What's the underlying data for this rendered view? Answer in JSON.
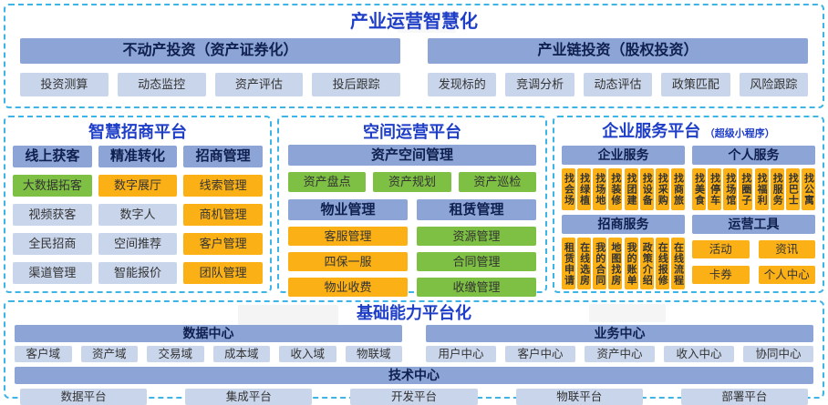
{
  "colors": {
    "dashed_border": "#3CB4E5",
    "title_blue": "#1E3EC8",
    "header_bar_blue": "#8CA5D6",
    "light_chip": "#C9D5EA",
    "orange_chip": "#FBB116",
    "green_chip": "#7EC043"
  },
  "top": {
    "title": "产业运营智慧化",
    "groups": [
      {
        "header": "不动产投资（资产证券化）",
        "items": [
          "投资测算",
          "动态监控",
          "资产评估",
          "投后跟踪"
        ]
      },
      {
        "header": "产业链投资（股权投资）",
        "items": [
          "发现标的",
          "竞调分析",
          "动态评估",
          "政策匹配",
          "风险跟踪"
        ]
      }
    ]
  },
  "panels": {
    "zhaoshang": {
      "title": "智慧招商平台",
      "columns": [
        {
          "header": "线上获客",
          "items": [
            {
              "label": "大数据拓客",
              "color": "green"
            },
            {
              "label": "视频获客",
              "color": "light"
            },
            {
              "label": "全民招商",
              "color": "light"
            },
            {
              "label": "渠道管理",
              "color": "light"
            }
          ]
        },
        {
          "header": "精准转化",
          "items": [
            {
              "label": "数字展厅",
              "color": "orange"
            },
            {
              "label": "数字人",
              "color": "light"
            },
            {
              "label": "空间推荐",
              "color": "light"
            },
            {
              "label": "智能报价",
              "color": "light"
            }
          ]
        },
        {
          "header": "招商管理",
          "items": [
            {
              "label": "线索管理",
              "color": "orange"
            },
            {
              "label": "商机管理",
              "color": "orange"
            },
            {
              "label": "客户管理",
              "color": "orange"
            },
            {
              "label": "团队管理",
              "color": "orange"
            }
          ]
        }
      ]
    },
    "kongjian": {
      "title": "空间运营平台",
      "asset_header": "资产空间管理",
      "asset_items": [
        "资产盘点",
        "资产规划",
        "资产巡检"
      ],
      "sub": [
        {
          "header": "物业管理",
          "color": "orange",
          "items": [
            "客服管理",
            "四保一服",
            "物业收费"
          ]
        },
        {
          "header": "租赁管理",
          "color": "green",
          "items": [
            "资源管理",
            "合同管理",
            "收缴管理"
          ]
        }
      ]
    },
    "qiye": {
      "title": "企业服务平台",
      "title_suffix": "（超级小程序）",
      "sections": [
        {
          "header": "企业服务",
          "vertical_items": [
            "找会场",
            "找绿植",
            "找场地",
            "找装修",
            "找团建",
            "找设备",
            "找采购",
            "找商旅"
          ]
        },
        {
          "header": "个人服务",
          "vertical_items": [
            "找美食",
            "找停车",
            "找场馆",
            "找圈子",
            "找福利",
            "找服务",
            "找巴士",
            "找公寓"
          ]
        },
        {
          "header": "招商服务",
          "vertical_items": [
            "租赁申请",
            "在线选房",
            "我的合同",
            "地图找房",
            "我的账单",
            "政策介绍",
            "在线报修",
            "在线流程"
          ]
        },
        {
          "header": "运营工具",
          "items": [
            "活动",
            "资讯",
            "卡券",
            "个人中心"
          ]
        }
      ]
    }
  },
  "bottom": {
    "title": "基础能力平台化",
    "centers": [
      {
        "header": "数据中心",
        "items": [
          "客户域",
          "资产域",
          "交易域",
          "成本域",
          "收入域",
          "物联域"
        ]
      },
      {
        "header": "业务中心",
        "items": [
          "用户中心",
          "客户中心",
          "资产中心",
          "收入中心",
          "协同中心"
        ]
      }
    ],
    "tech": {
      "header": "技术中心",
      "items": [
        "数据平台",
        "集成平台",
        "开发平台",
        "物联平台",
        "部署平台"
      ]
    }
  }
}
